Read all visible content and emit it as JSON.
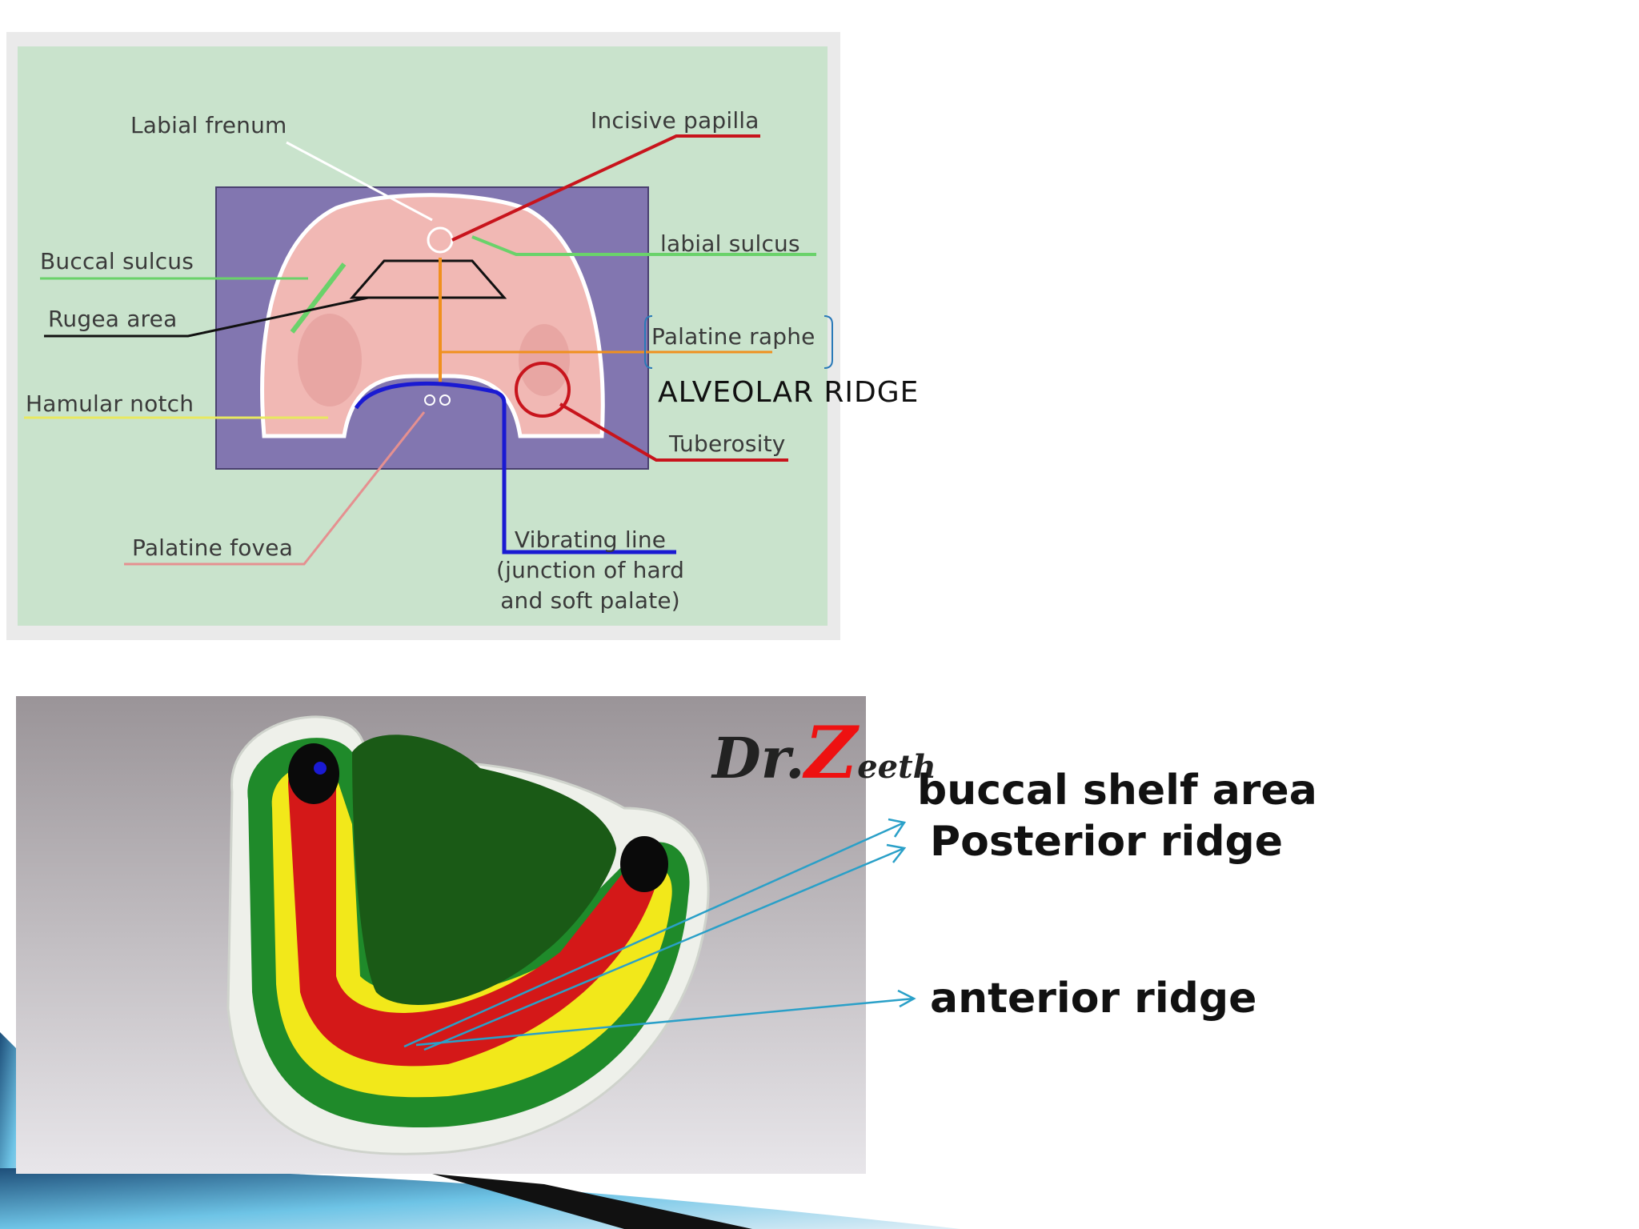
{
  "top_diagram": {
    "labels": {
      "labial_frenum": "Labial frenum",
      "incisive_papilla": "Incisive papilla",
      "buccal_sulcus": "Buccal sulcus",
      "labial_sulcus": "labial  sulcus",
      "rugea_area": "Rugea area",
      "palatine_raphe": "Palatine raphe",
      "hamular_notch": "Hamular notch",
      "tuberosity": "Tuberosity",
      "palatine_fovea": "Palatine fovea",
      "vibrating_line": "Vibrating line\n(junction of hard\nand soft palate)"
    },
    "added_note": "ALVEOLAR RIDGE",
    "colors": {
      "panel_bg": "#c9e3cc",
      "inner_bg": "#8276b0",
      "palate": "#f1b8b4",
      "red": "#c8141c",
      "green": "#6ad26a",
      "orange": "#f0901e",
      "blue": "#1a1ad2",
      "yellow": "#e8e860",
      "pink": "#e59090"
    }
  },
  "bottom_photo": {
    "logo": {
      "prefix": "Dr.",
      "z": "Z",
      "suffix": "eeth"
    },
    "labels": {
      "buccal_shelf_area": "buccal shelf area",
      "posterior_ridge": "Posterior ridge",
      "anterior_ridge": "anterior ridge"
    },
    "colors": {
      "arrow": "#2aa0c8",
      "green": "#1f8a2a",
      "red": "#d41818",
      "yellow": "#f2e81a",
      "dark_green": "#1a5a16"
    }
  }
}
